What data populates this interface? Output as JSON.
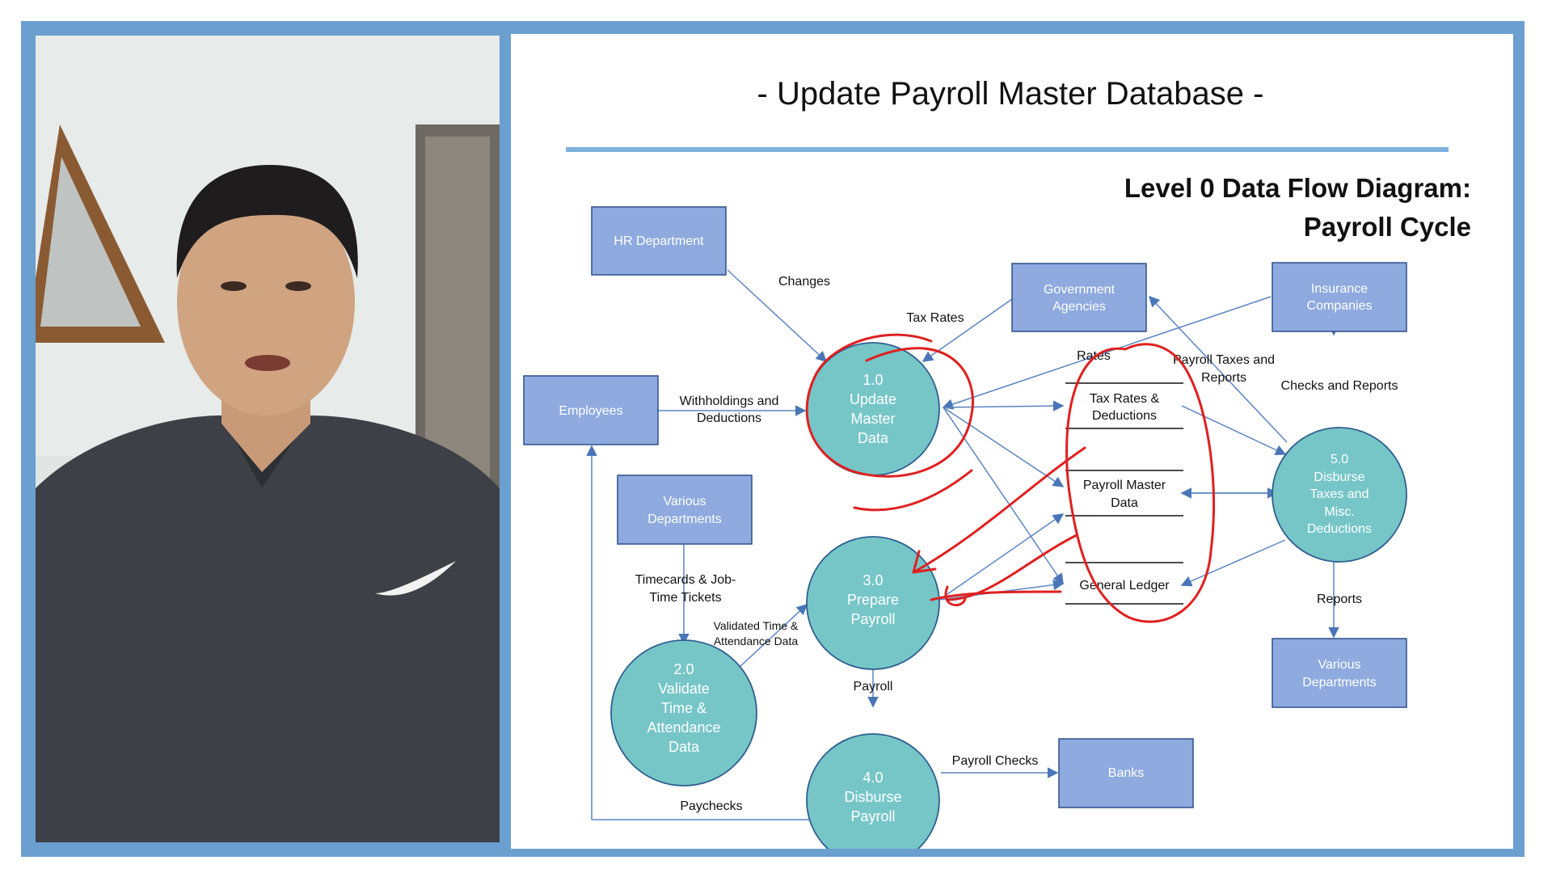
{
  "slide": {
    "title": "- Update Payroll Master Database -",
    "heading_line1": "Level 0 Data Flow Diagram:",
    "heading_line2": "Payroll Cycle"
  },
  "entities": {
    "hr": "HR Department",
    "employees": "Employees",
    "gov_line1": "Government",
    "gov_line2": "Agencies",
    "ins_line1": "Insurance",
    "ins_line2": "Companies",
    "various_top_line1": "Various",
    "various_top_line2": "Departments",
    "various_bottom_line1": "Various",
    "various_bottom_line2": "Departments",
    "banks": "Banks"
  },
  "processes": {
    "p1": [
      "1.0",
      "Update",
      "Master",
      "Data"
    ],
    "p2": [
      "2.0",
      "Validate",
      "Time &",
      "Attendance",
      "Data"
    ],
    "p3": [
      "3.0",
      "Prepare",
      "Payroll"
    ],
    "p4": [
      "4.0",
      "Disburse",
      "Payroll"
    ],
    "p5": [
      "5.0",
      "Disburse",
      "Taxes and",
      "Misc.",
      "Deductions"
    ]
  },
  "stores": {
    "s1_line1": "Tax Rates &",
    "s1_line2": "Deductions",
    "s2_line1": "Payroll Master",
    "s2_line2": "Data",
    "s3": "General Ledger"
  },
  "flows": {
    "changes": "Changes",
    "tax_rates": "Tax Rates",
    "rates": "Rates",
    "withholdings_line1": "Withholdings and",
    "withholdings_line2": "Deductions",
    "payroll_taxes_line1": "Payroll Taxes and",
    "payroll_taxes_line2": "Reports",
    "checks_reports": "Checks and Reports",
    "timecards_line1": "Timecards & Job-",
    "timecards_line2": "Time Tickets",
    "validated_line1": "Validated Time &",
    "validated_line2": "Attendance Data",
    "payroll": "Payroll",
    "payroll_checks": "Payroll Checks",
    "paychecks": "Paychecks",
    "reports": "Reports"
  },
  "colors": {
    "frame": "#6a9fd0",
    "entity_fill": "#8eaadf",
    "entity_stroke": "#2f4f8a",
    "process_fill": "#76c6c8",
    "process_stroke": "#2e5f8f",
    "annotation": "#e02020"
  }
}
